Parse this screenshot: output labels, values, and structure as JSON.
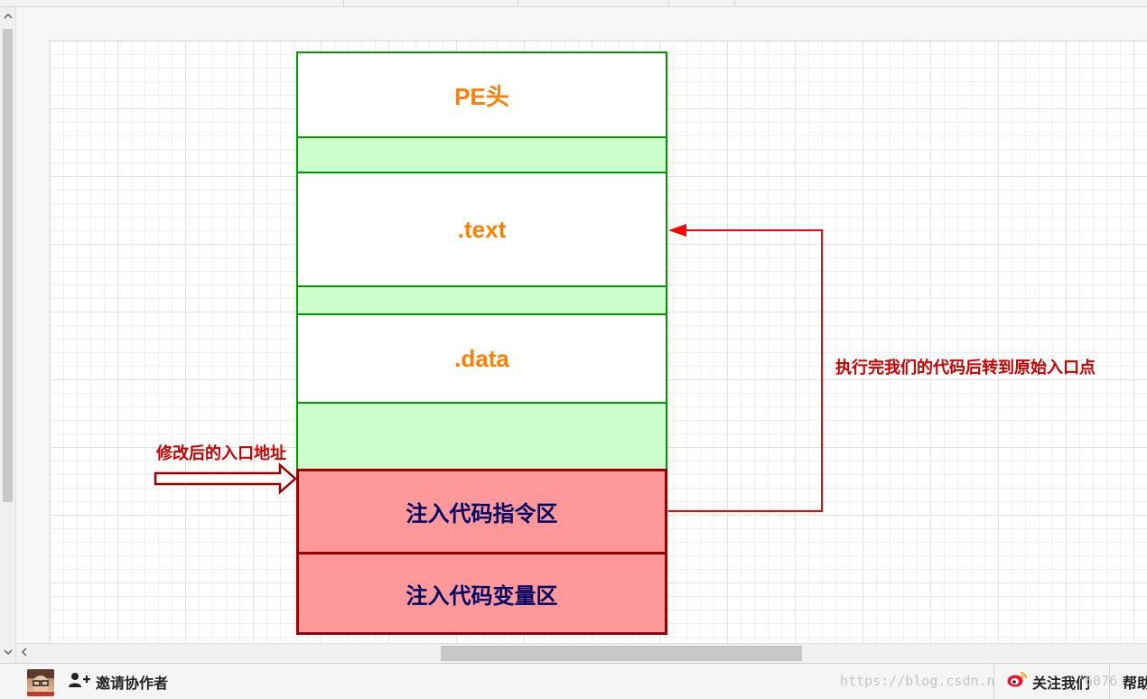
{
  "diagram": {
    "blocks": {
      "pe_header": "PE头",
      "text_section": ".text",
      "data_section": ".data",
      "inject_code": "注入代码指令区",
      "inject_vars": "注入代码变量区"
    },
    "labels": {
      "modified_entry": "修改后的入口地址",
      "jump_back": "执行完我们的代码后转到原始入口点"
    },
    "colors": {
      "section_border": "#009900",
      "padding_fill": "#ccffcc",
      "inject_fill": "#ff9999",
      "inject_border": "#990000",
      "section_text": "#ff8000",
      "inject_text": "#000066",
      "arrow_red": "#ff0000"
    }
  },
  "bottom_bar": {
    "invite_label": "邀请协作者",
    "watermark": "https://blog.csdn.n",
    "watermark_tail": "6076",
    "follow_label": "关注我们",
    "help_label": "帮助"
  },
  "icons": {
    "add_user": "add-user-icon",
    "weibo": "weibo-icon",
    "scroll_up": "chevron-up-icon",
    "scroll_down": "chevron-down-icon",
    "scroll_left": "chevron-left-icon"
  }
}
